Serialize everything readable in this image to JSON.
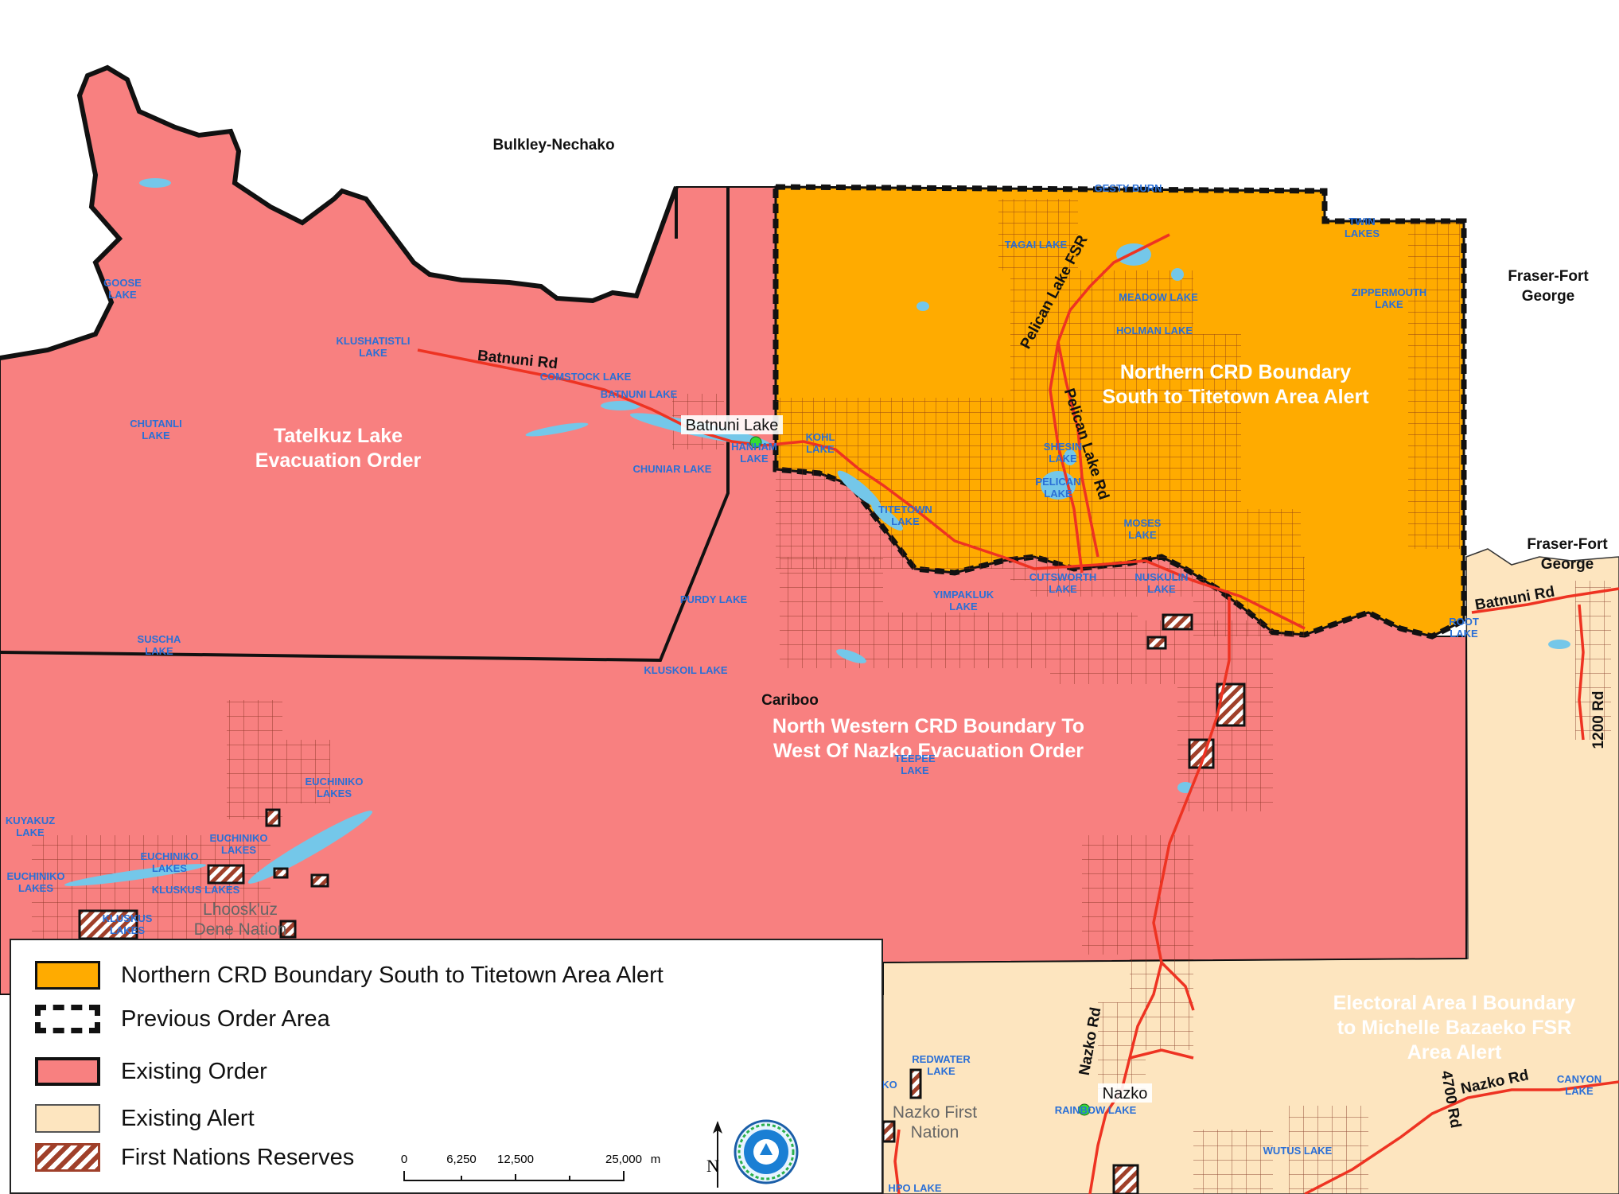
{
  "regions": {
    "bulkley": "Bulkley-Nechako",
    "fraser_1": "Fraser-Fort",
    "fraser_2": "George",
    "fraser_east_1": "Fraser-Fort",
    "fraser_east_2": "George",
    "cariboo": "Cariboo"
  },
  "areas": {
    "tatelkuz_1": "Tatelkuz Lake",
    "tatelkuz_2": "Evacuation Order",
    "northern_1": "Northern CRD Boundary",
    "northern_2": "South to Titetown Area Alert",
    "nw_1": "North Western CRD Boundary To",
    "nw_2": "West Of Nazko Evacuation Order",
    "ea_1": "Electoral Area I Boundary",
    "ea_2": "to Michelle Bazaeko FSR",
    "ea_3": "Area Alert"
  },
  "roads": {
    "batnuni": "Batnuni Rd",
    "batnuni_e": "Batnuni Rd",
    "pelican_fsr": "Pelican Lake FSR",
    "pelican_rd": "Pelican Lake Rd",
    "nazko_rd": "Nazko Rd",
    "nazko_rd_e": "Nazko Rd",
    "r4700": "4700 Rd",
    "r1200": "1200 Rd"
  },
  "places": {
    "batnuni_lake": "Batnuni Lake",
    "nazko": "Nazko",
    "lhooskuz_1": "Lhoosk'uz",
    "lhooskuz_2": "Dene Nation",
    "nazko_fn_1": "Nazko First",
    "nazko_fn_2": "Nation"
  },
  "lakes": [
    {
      "id": "goose",
      "l1": "GOOSE",
      "l2": "LAKE"
    },
    {
      "id": "kluskhatistli",
      "l1": "KLUSHATISTLI",
      "l2": "LAKE"
    },
    {
      "id": "chutanli",
      "l1": "CHUTANLI",
      "l2": "LAKE"
    },
    {
      "id": "comstock",
      "l1": "COMSTOCK LAKE",
      "l2": ""
    },
    {
      "id": "batnuni",
      "l1": "BATNUNI LAKE",
      "l2": ""
    },
    {
      "id": "chuniar",
      "l1": "CHUNIAR LAKE",
      "l2": ""
    },
    {
      "id": "suscha",
      "l1": "SUSCHA",
      "l2": "LAKE"
    },
    {
      "id": "purdy",
      "l1": "PURDY LAKE",
      "l2": ""
    },
    {
      "id": "kluskoil",
      "l1": "KLUSKOIL LAKE",
      "l2": ""
    },
    {
      "id": "kuyakuz",
      "l1": "KUYAKUZ",
      "l2": "LAKE"
    },
    {
      "id": "euchiniko_lakes",
      "l1": "EUCHINIKO",
      "l2": "LAKES"
    },
    {
      "id": "euchiniko2",
      "l1": "EUCHINIKO",
      "l2": "LAKES"
    },
    {
      "id": "euchiniko3",
      "l1": "EUCHINIKO",
      "l2": "LAKES"
    },
    {
      "id": "euchiniko4",
      "l1": "EUCHINIKO",
      "l2": "LAKES"
    },
    {
      "id": "kluskus",
      "l1": "KLUSKUS LAKES",
      "l2": ""
    },
    {
      "id": "kluskus2",
      "l1": "KLUSKUS",
      "l2": "LAKES"
    },
    {
      "id": "teepee",
      "l1": "TEEPEE",
      "l2": "LAKE"
    },
    {
      "id": "yimpakluk",
      "l1": "YIMPAKLUK",
      "l2": "LAKE"
    },
    {
      "id": "cutsworth",
      "l1": "CUTSWORTH",
      "l2": "LAKE"
    },
    {
      "id": "nuskulin",
      "l1": "NUSKULIN",
      "l2": "LAKE"
    },
    {
      "id": "titetown",
      "l1": "TITETOWN",
      "l2": "LAKE"
    },
    {
      "id": "hanham",
      "l1": "HANHAM",
      "l2": "LAKE"
    },
    {
      "id": "kohl",
      "l1": "KOHL",
      "l2": "LAKE"
    },
    {
      "id": "tagai",
      "l1": "TAGAI LAKE",
      "l2": ""
    },
    {
      "id": "meadow",
      "l1": "MEADOW LAKE",
      "l2": ""
    },
    {
      "id": "holman",
      "l1": "HOLMAN LAKE",
      "l2": ""
    },
    {
      "id": "shesin",
      "l1": "SHESIN",
      "l2": "LAKE"
    },
    {
      "id": "pelican",
      "l1": "PELICAN",
      "l2": "LAKE"
    },
    {
      "id": "moses",
      "l1": "MOSES",
      "l2": "LAKE"
    },
    {
      "id": "gesty",
      "l1": "GESTY BURN",
      "l2": ""
    },
    {
      "id": "twin",
      "l1": "TWIN",
      "l2": "LAKES"
    },
    {
      "id": "zippermouth",
      "l1": "ZIPPERMOUTH",
      "l2": "LAKE"
    },
    {
      "id": "root",
      "l1": "ROOT",
      "l2": "LAKE"
    },
    {
      "id": "redwater",
      "l1": "REDWATER",
      "l2": "LAKE"
    },
    {
      "id": "rainbow",
      "l1": "RAINBOW LAKE",
      "l2": ""
    },
    {
      "id": "wutus",
      "l1": "WUTUS LAKE",
      "l2": ""
    },
    {
      "id": "canyon",
      "l1": "CANYON",
      "l2": "LAKE"
    },
    {
      "id": "partial_ko",
      "l1": "KO",
      "l2": ""
    },
    {
      "id": "partial_hpo",
      "l1": "HPO LAKE",
      "l2": ""
    }
  ],
  "legend": {
    "items": [
      {
        "label": "Northern CRD Boundary South to Titetown Area Alert",
        "kind": "alert-orange"
      },
      {
        "label": "Previous Order Area",
        "kind": "previous-order"
      },
      {
        "label": "Existing Order",
        "kind": "existing-order"
      },
      {
        "label": "Existing Alert",
        "kind": "existing-alert"
      },
      {
        "label": "First Nations Reserves",
        "kind": "reserves"
      }
    ],
    "scale": {
      "t0": "0",
      "t1": "6,250",
      "t2": "12,500",
      "t3": "25,000",
      "unit": "m"
    },
    "north": "N"
  },
  "colors": {
    "order": "#f88080",
    "alert_orange": "#ffab00",
    "existing_alert": "#fde5bf",
    "water": "#74c7e9",
    "road": "#ee3322",
    "outline": "#111111",
    "reserve_stripe": "#a0402a"
  }
}
